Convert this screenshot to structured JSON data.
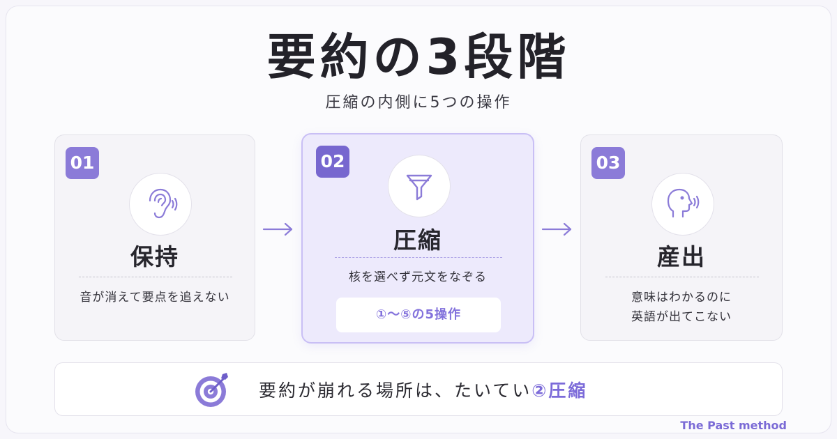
{
  "title": "要約の3段階",
  "subtitle": "圧縮の内側に5つの操作",
  "steps": [
    {
      "number": "01",
      "icon": "ear-icon",
      "title": "保持",
      "description": "音が消えて要点を追えない"
    },
    {
      "number": "02",
      "icon": "funnel-icon",
      "title": "圧縮",
      "description": "核を選べず元文をなぞる",
      "pill": "①〜⑤の5操作"
    },
    {
      "number": "03",
      "icon": "speaking-head-icon",
      "title": "産出",
      "description_lines": [
        "意味はわかるのに",
        "英語が出てこない"
      ]
    }
  ],
  "bottom": {
    "icon": "target-icon",
    "text": "要約が崩れる場所は、たいてい",
    "accent": "②圧縮"
  },
  "brand": "The Past method",
  "colors": {
    "accent": "#8b7bd8",
    "accent_text": "#7c6bd9",
    "active_card_bg": "#edeafc",
    "card_bg": "#f5f4f8"
  }
}
